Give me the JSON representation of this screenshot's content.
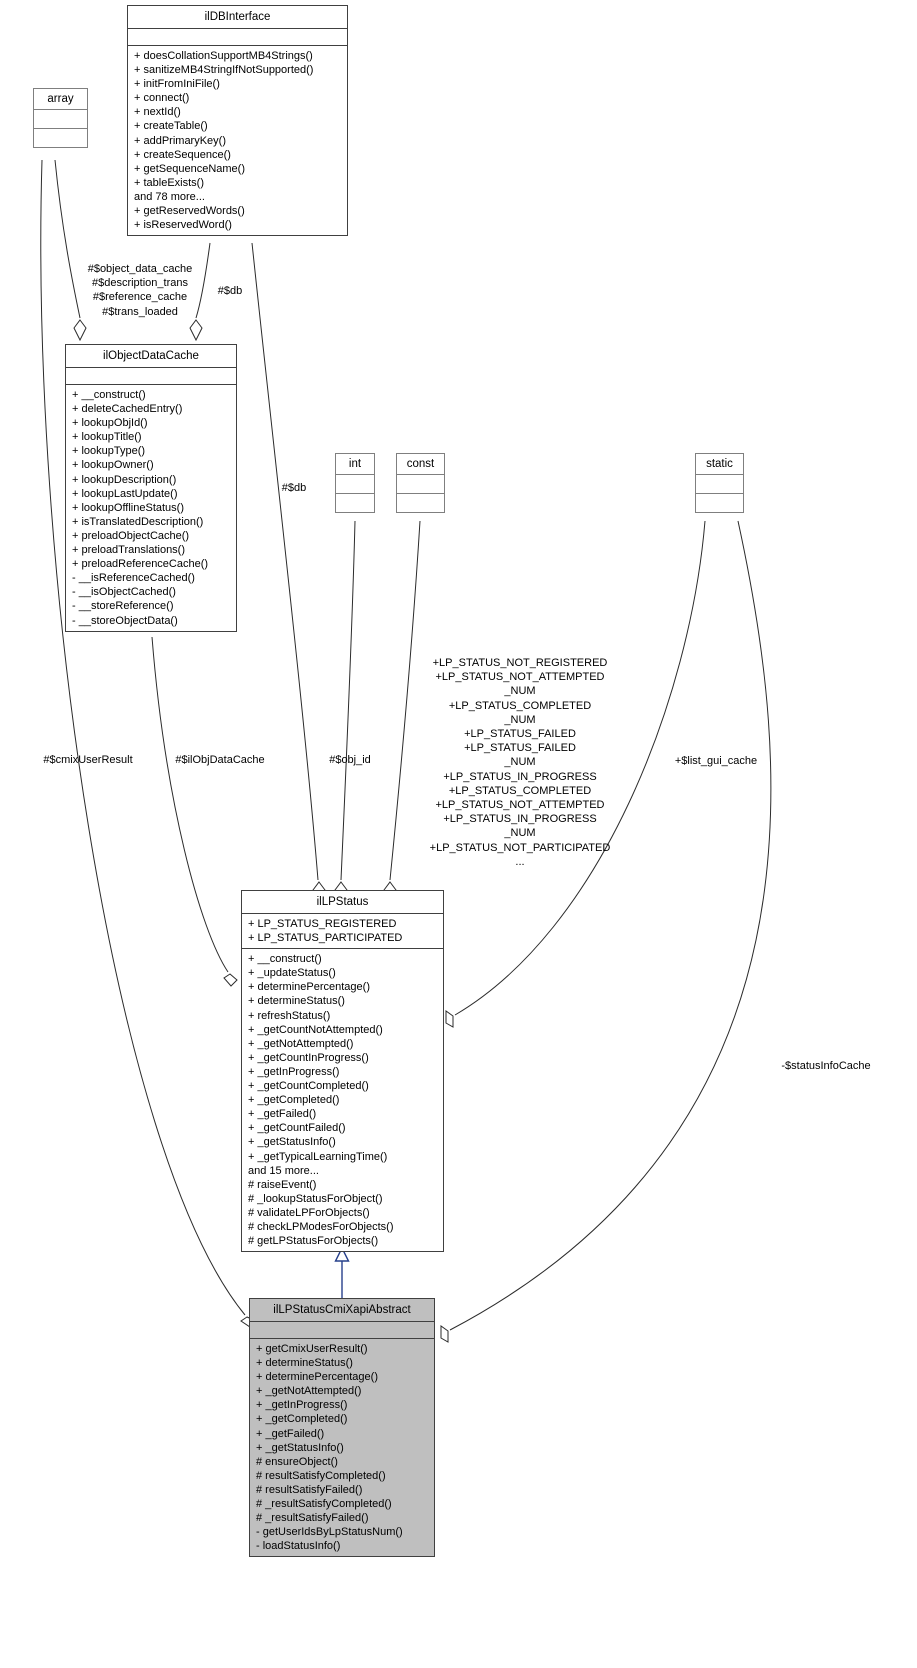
{
  "diagram": {
    "type": "uml-class-collaboration-diagram",
    "classes": [
      {
        "id": "ilDBInterface",
        "name": "ilDBInterface",
        "attributes": [],
        "methods": [
          "+ doesCollationSupportMB4Strings()",
          "+ sanitizeMB4StringIfNotSupported()",
          "+ initFromIniFile()",
          "+ connect()",
          "+ nextId()",
          "+ createTable()",
          "+ addPrimaryKey()",
          "+ createSequence()",
          "+ getSequenceName()",
          "+ tableExists()",
          "and 78 more...",
          "+ getReservedWords()",
          "+ isReservedWord()"
        ]
      },
      {
        "id": "array",
        "name": "array",
        "attributes": [],
        "methods": []
      },
      {
        "id": "ilObjectDataCache",
        "name": "ilObjectDataCache",
        "attributes": [],
        "methods": [
          "+ __construct()",
          "+ deleteCachedEntry()",
          "+ lookupObjId()",
          "+ lookupTitle()",
          "+ lookupType()",
          "+ lookupOwner()",
          "+ lookupDescription()",
          "+ lookupLastUpdate()",
          "+ lookupOfflineStatus()",
          "+ isTranslatedDescription()",
          "+ preloadObjectCache()",
          "+ preloadTranslations()",
          "+ preloadReferenceCache()",
          "- __isReferenceCached()",
          "- __isObjectCached()",
          "- __storeReference()",
          "- __storeObjectData()"
        ]
      },
      {
        "id": "int",
        "name": "int",
        "attributes": [],
        "methods": []
      },
      {
        "id": "const",
        "name": "const",
        "attributes": [],
        "methods": []
      },
      {
        "id": "static",
        "name": "static",
        "attributes": [],
        "methods": []
      },
      {
        "id": "ilLPStatus",
        "name": "ilLPStatus",
        "attributes": [
          "+ LP_STATUS_REGISTERED",
          "+ LP_STATUS_PARTICIPATED"
        ],
        "methods": [
          "+ __construct()",
          "+ _updateStatus()",
          "+ determinePercentage()",
          "+ determineStatus()",
          "+ refreshStatus()",
          "+ _getCountNotAttempted()",
          "+ _getNotAttempted()",
          "+ _getCountInProgress()",
          "+ _getInProgress()",
          "+ _getCountCompleted()",
          "+ _getCompleted()",
          "+ _getFailed()",
          "+ _getCountFailed()",
          "+ _getStatusInfo()",
          "+ _getTypicalLearningTime()",
          "and 15 more...",
          "# raiseEvent()",
          "# _lookupStatusForObject()",
          "# validateLPForObjects()",
          "# checkLPModesForObjects()",
          "# getLPStatusForObjects()"
        ]
      },
      {
        "id": "ilLPStatusCmiXapiAbstract",
        "name": "ilLPStatusCmiXapiAbstract",
        "attributes": [],
        "methods": [
          "+ getCmixUserResult()",
          "+ determineStatus()",
          "+ determinePercentage()",
          "+ _getNotAttempted()",
          "+ _getInProgress()",
          "+ _getCompleted()",
          "+ _getFailed()",
          "+ _getStatusInfo()",
          "# ensureObject()",
          "# resultSatisfyCompleted()",
          "# resultSatisfyFailed()",
          "# _resultSatisfyCompleted()",
          "# _resultSatisfyFailed()",
          "- getUserIdsByLpStatusNum()",
          "- loadStatusInfo()"
        ]
      }
    ],
    "edge_labels": {
      "db_cache_fields": "#$object_data_cache\n#$description_trans\n#$reference_cache\n#$trans_loaded",
      "db_top": "#$db",
      "db_mid": "#$db",
      "cmix_user_result": "#$cmixUserResult",
      "obj_data_cache": "#$ilObjDataCache",
      "obj_id": "#$obj_id",
      "lp_status_constants": "+LP_STATUS_NOT_REGISTERED\n+LP_STATUS_NOT_ATTEMPTED\n_NUM\n+LP_STATUS_COMPLETED\n_NUM\n+LP_STATUS_FAILED\n+LP_STATUS_FAILED\n_NUM\n+LP_STATUS_IN_PROGRESS\n+LP_STATUS_COMPLETED\n+LP_STATUS_NOT_ATTEMPTED\n+LP_STATUS_IN_PROGRESS\n_NUM\n+LP_STATUS_NOT_PARTICIPATED\n...",
      "list_gui_cache": "+$list_gui_cache",
      "status_info_cache": "-$statusInfoCache"
    },
    "colors": {
      "inheritance_edge": "#27408b",
      "association_edge": "#2b2b2b",
      "highlight_fill": "#bfbfbf",
      "box_border": "#7f7f7f",
      "box_border_strong": "#404040"
    }
  }
}
